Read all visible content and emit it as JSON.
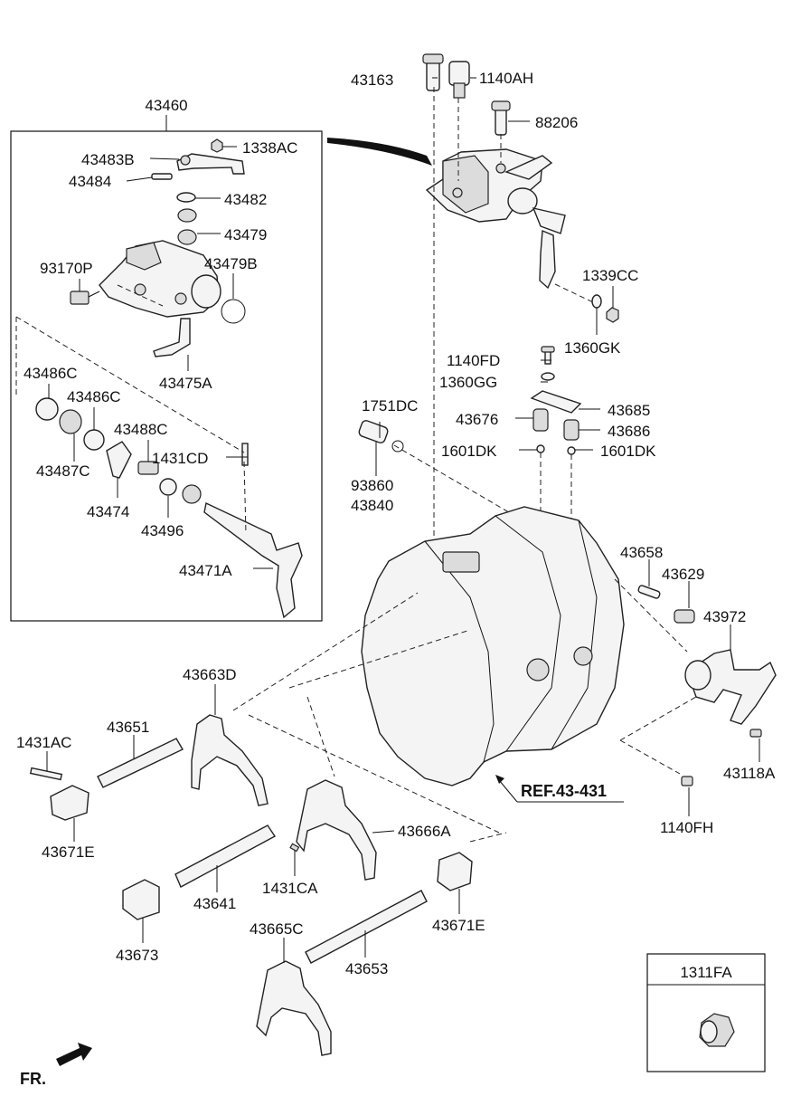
{
  "labels": {
    "p43460": "43460",
    "p43163": "43163",
    "p1140AH": "1140AH",
    "p88206": "88206",
    "p43483B": "43483B",
    "p1338AC": "1338AC",
    "p43484": "43484",
    "p43482": "43482",
    "p43479": "43479",
    "p93170P": "93170P",
    "p43479B": "43479B",
    "p1339CC": "1339CC",
    "p1360GK": "1360GK",
    "p43475A": "43475A",
    "p43486C_a": "43486C",
    "p43486C_b": "43486C",
    "p1140FD": "1140FD",
    "p1360GG": "1360GG",
    "p1751DC": "1751DC",
    "p43685": "43685",
    "p43676": "43676",
    "p43686": "43686",
    "p43488C": "43488C",
    "p43487C": "43487C",
    "p1431CD": "1431CD",
    "p1601DK_a": "1601DK",
    "p1601DK_b": "1601DK",
    "p93860": "93860",
    "p43840": "43840",
    "p43474": "43474",
    "p43496": "43496",
    "p43471A": "43471A",
    "p43658": "43658",
    "p43629": "43629",
    "p43972": "43972",
    "p43663D": "43663D",
    "p43651": "43651",
    "p1431AC": "1431AC",
    "p43118A": "43118A",
    "p43671E_a": "43671E",
    "p43671E_b": "43671E",
    "p1140FH": "1140FH",
    "p43666A": "43666A",
    "p43641": "43641",
    "p1431CA": "1431CA",
    "p43673": "43673",
    "p43665C": "43665C",
    "p43653": "43653",
    "p1311FA": "1311FA",
    "ref": "REF.43-431",
    "fr": "FR."
  }
}
